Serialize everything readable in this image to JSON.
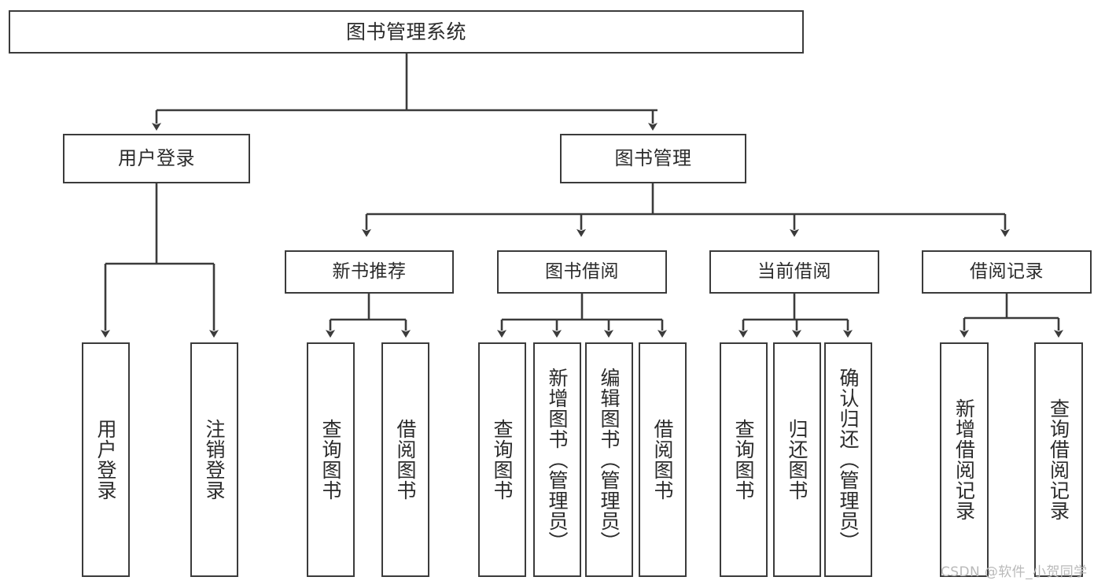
{
  "diagram": {
    "title": "图书管理系统",
    "type": "tree-hierarchy-chart",
    "root": {
      "label": "图书管理系统"
    },
    "level1": [
      {
        "label": "用户登录"
      },
      {
        "label": "图书管理"
      }
    ],
    "level2": [
      {
        "label": "新书推荐"
      },
      {
        "label": "图书借阅"
      },
      {
        "label": "当前借阅"
      },
      {
        "label": "借阅记录"
      }
    ],
    "leaves": {
      "user_login": [
        {
          "label": "用户登录"
        },
        {
          "label": "注销登录"
        }
      ],
      "new_book_recommend": [
        {
          "label": "查询图书"
        },
        {
          "label": "借阅图书"
        }
      ],
      "book_borrow": [
        {
          "label": "查询图书"
        },
        {
          "label": "新增图书（管理员）"
        },
        {
          "label": "编辑图书（管理员）"
        },
        {
          "label": "借阅图书"
        }
      ],
      "current_borrow": [
        {
          "label": "查询图书"
        },
        {
          "label": "归还图书"
        },
        {
          "label": "确认归还（管理员）"
        }
      ],
      "borrow_record": [
        {
          "label": "新增借阅记录"
        },
        {
          "label": "查询借阅记录"
        }
      ]
    }
  },
  "watermark": {
    "text": "CSDN @软件_小贺同学"
  },
  "colors": {
    "stroke": "#3b3b3b",
    "text": "#2b2b2b",
    "background": "#ffffff",
    "watermark": "#b9b9b9"
  }
}
